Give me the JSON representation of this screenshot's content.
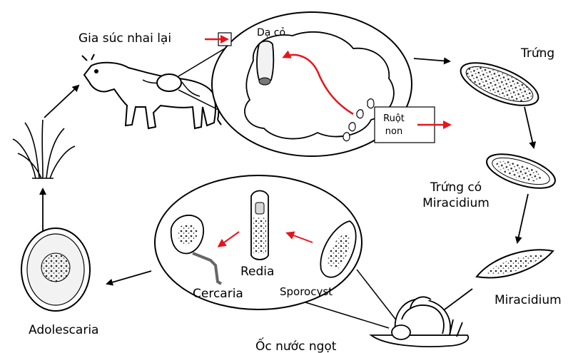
{
  "labels": {
    "host_cattle": "Gia súc nhai lại",
    "rumen": "Dạ cỏ",
    "small_intestine": "Ruột\nnon",
    "egg": "Trứng",
    "egg_with_miracidium": "Trứng có\nMiracidium",
    "miracidium": "Miracidium",
    "snail": "Ốc nước ngọt",
    "sporocyst": "Sporocyst",
    "redia": "Redia",
    "cercaria": "Cercaria",
    "adolescaria": "Adolescaria"
  },
  "colors": {
    "line": "#000000",
    "highlight_arrow": "#e8141b",
    "fill_light": "#f2f2f2",
    "fill_mid": "#d9d9d9",
    "fill_dark": "#777777"
  }
}
